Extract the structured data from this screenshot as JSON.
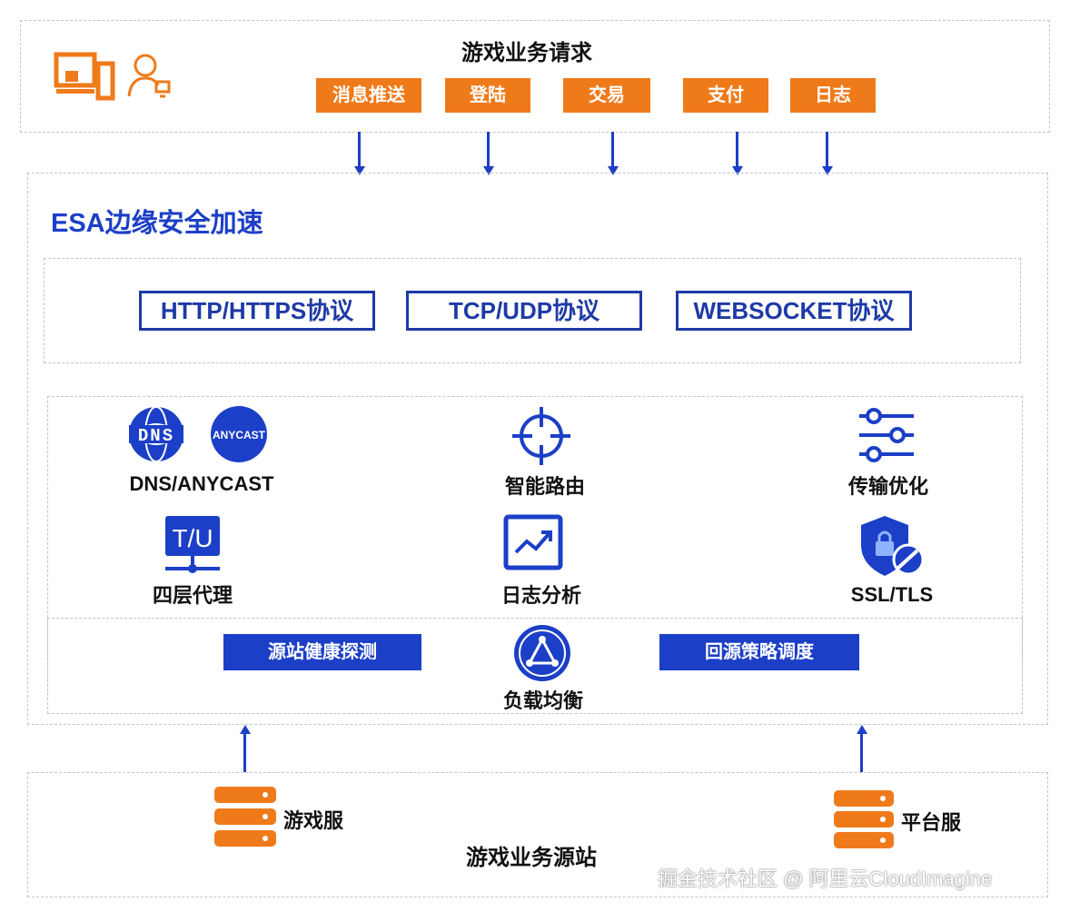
{
  "top": {
    "title": "游戏业务请求",
    "tags": [
      "消息推送",
      "登陆",
      "交易",
      "支付",
      "日志"
    ]
  },
  "esa": {
    "title": "ESA边缘安全加速",
    "protocols": [
      "HTTP/HTTPS协议",
      "TCP/UDP协议",
      "WEBSOCKET协议"
    ],
    "features": {
      "dns": "DNS/ANYCAST",
      "dns_icon_text": "DNS",
      "anycast_icon_text": "ANYCAST",
      "routing": "智能路由",
      "transport": "传输优化",
      "layer4": "四层代理",
      "layer4_icon_text": "T/U",
      "log": "日志分析",
      "ssl": "SSL/TLS"
    },
    "bottom_row": {
      "health": "源站健康探测",
      "lb": "负载均衡",
      "schedule": "回源策略调度"
    }
  },
  "origin": {
    "title": "游戏业务源站",
    "game_server": "游戏服",
    "platform_server": "平台服"
  },
  "watermark": "掘金技术社区 @ 阿里云CloudImagine",
  "colors": {
    "orange": "#ef7a1a",
    "blue": "#1c3fc7",
    "navy": "#1e3aa6"
  }
}
